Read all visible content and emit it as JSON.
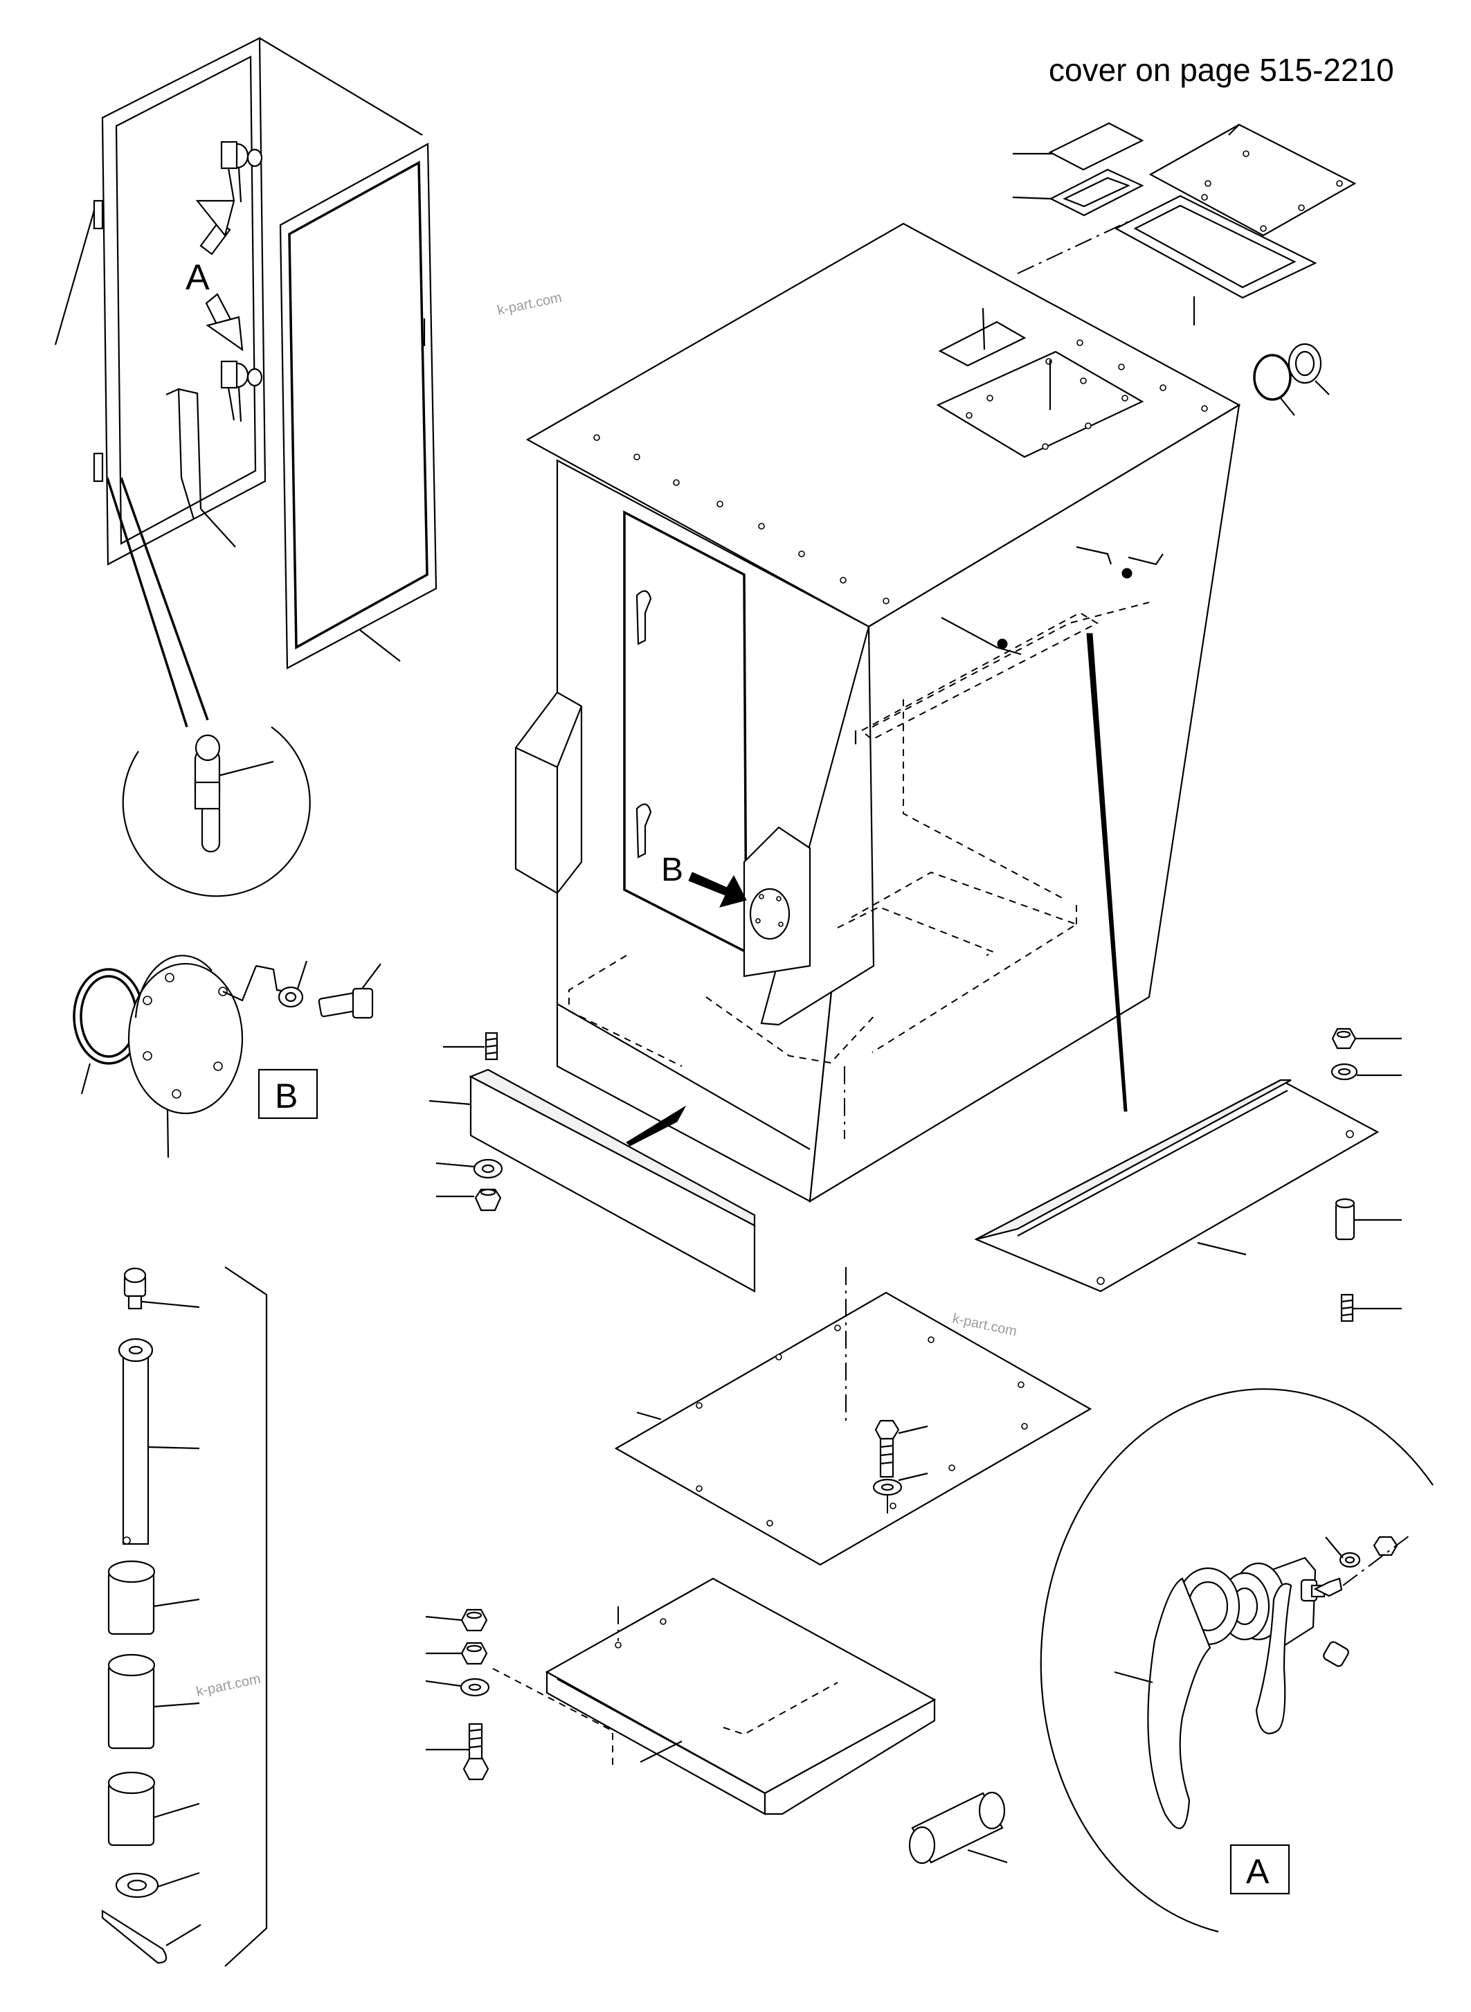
{
  "header": {
    "cover_note": "cover on page 515-2210"
  },
  "callouts": {
    "detail_a_letter": "A",
    "detail_b_letter": "B"
  },
  "detail_labels": {
    "a_box": "A",
    "b_box": "B"
  },
  "watermark": {
    "text": "k-part.com"
  },
  "colors": {
    "line": "#000000",
    "background": "#ffffff",
    "watermark": "#9a9a9a"
  }
}
